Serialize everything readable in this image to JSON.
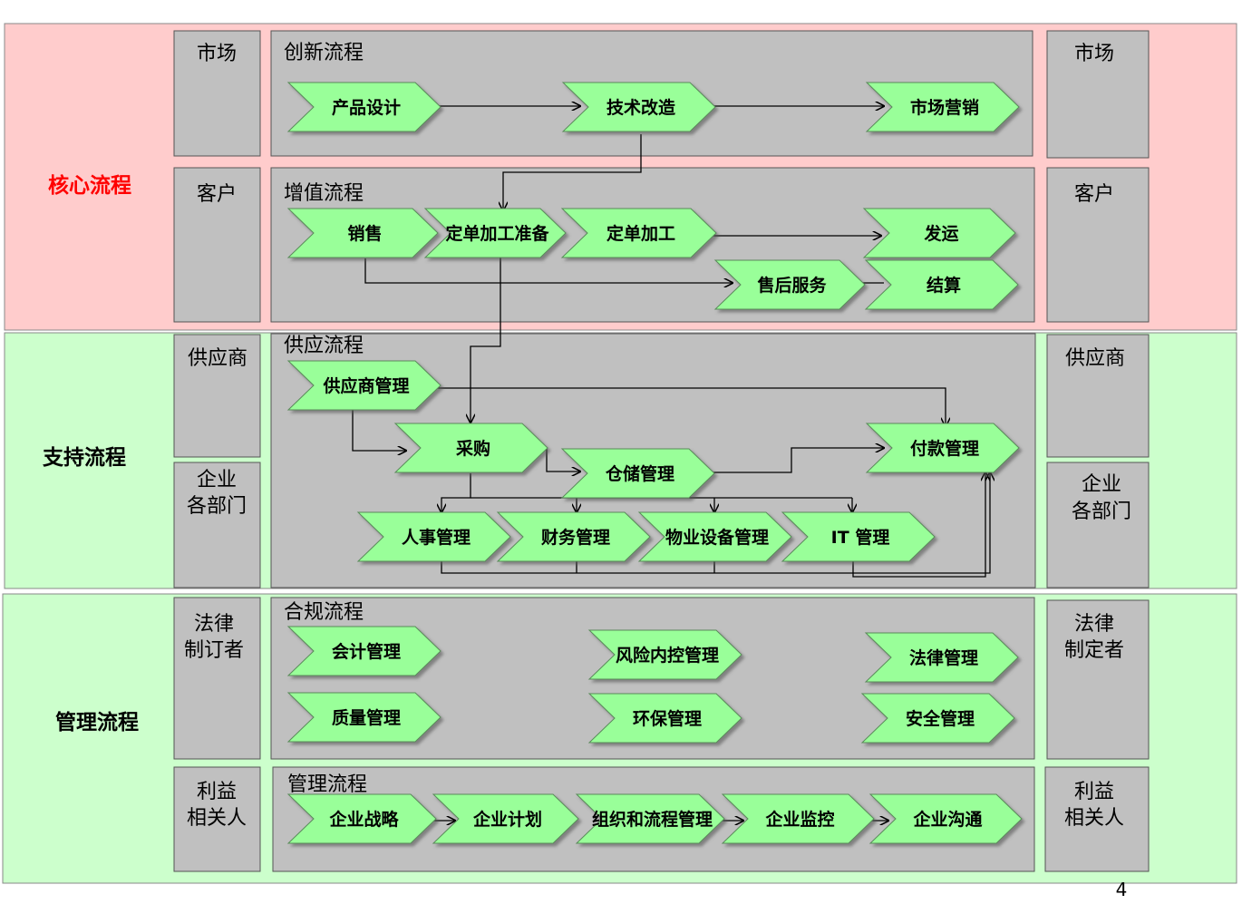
{
  "colors": {
    "core_band": "#ffcccc",
    "support_band": "#ccffcc",
    "mgmt_band": "#ccffcc",
    "panel": "#c0c0c0",
    "chevron": "#99ff99",
    "core_label": "#ff0000",
    "default_label": "#000000"
  },
  "bands": {
    "core": "核心流程",
    "support": "支持流程",
    "management": "管理流程"
  },
  "stakeholders": {
    "left": {
      "market": [
        "市场"
      ],
      "customer": [
        "客户"
      ],
      "supplier": [
        "供应商"
      ],
      "departments": [
        "企业",
        "各部门"
      ],
      "legislators": [
        "法律",
        "制订者"
      ],
      "stakeholders": [
        "利益",
        "相关人"
      ]
    },
    "right": {
      "market": [
        "市场"
      ],
      "customer": [
        "客户"
      ],
      "supplier": [
        "供应商"
      ],
      "departments": [
        "企业",
        "各部门"
      ],
      "legislators": [
        "法律",
        "制定者"
      ],
      "stakeholders": [
        "利益",
        "相关人"
      ]
    }
  },
  "panels": {
    "innovation": "创新流程",
    "value_added": "增值流程",
    "supply": "供应流程",
    "compliance": "合规流程",
    "management": "管理流程"
  },
  "processes": {
    "product_design": "产品设计",
    "tech_improvement": "技术改造",
    "marketing": "市场营销",
    "sales": "销售",
    "order_prep": "定单加工准备",
    "order_processing": "定单加工",
    "shipping": "发运",
    "after_sales": "售后服务",
    "settlement": "结算",
    "supplier_mgmt": "供应商管理",
    "procurement": "采购",
    "warehousing": "仓储管理",
    "payment_mgmt": "付款管理",
    "hr_mgmt": "人事管理",
    "finance_mgmt": "财务管理",
    "facility_mgmt": "物业设备管理",
    "it_mgmt": "IT 管理",
    "accounting_mgmt": "会计管理",
    "risk_control": "风险内控管理",
    "legal_mgmt": "法律管理",
    "quality_mgmt": "质量管理",
    "env_mgmt": "环保管理",
    "safety_mgmt": "安全管理",
    "strategy": "企业战略",
    "planning": "企业计划",
    "org_process": "组织和流程管理",
    "monitoring": "企业监控",
    "communication": "企业沟通"
  },
  "page_number": "4"
}
